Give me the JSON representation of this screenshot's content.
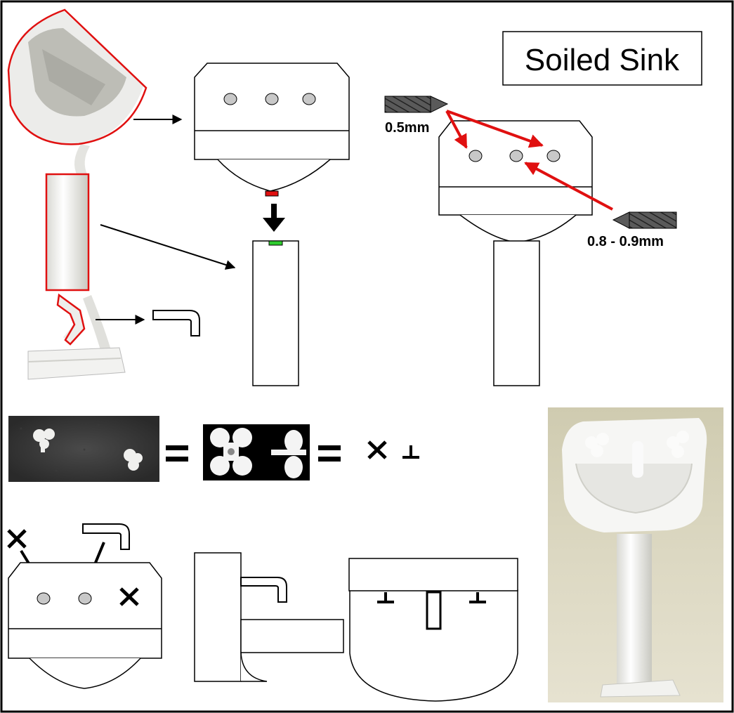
{
  "title": "Soiled Sink",
  "drill_small": "0.5mm",
  "drill_large": "0.8 - 0.9mm",
  "colors": {
    "outline": "#000000",
    "highlight_red": "#e01010",
    "arrow_red": "#e01010",
    "hole_fill": "#c8c8c8",
    "plug_red": "#e01010",
    "socket_green": "#2ecc2e",
    "drill_fill": "#5a5a5a",
    "model_white": "#e8e8e4",
    "photo_bg": "#d8d4b8"
  },
  "icons": {
    "tap": "cross-tap-icon",
    "mixer": "t-tap-icon",
    "faucet": "faucet-icon",
    "equals": "equals-icon",
    "drill": "drill-bit-icon"
  }
}
